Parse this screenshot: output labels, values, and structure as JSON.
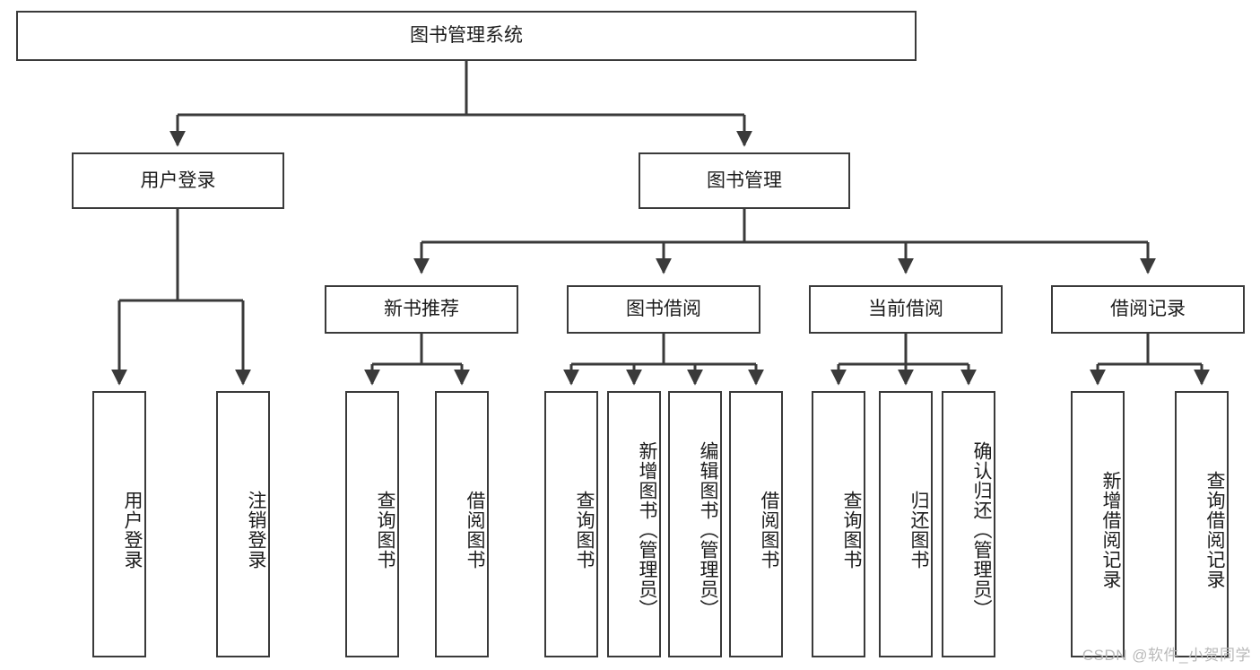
{
  "diagram": {
    "title": "图书管理系统",
    "type": "tree-hierarchy-chart",
    "watermark": "CSDN @软件_小贺同学",
    "colors": {
      "stroke": "#3a3a3a",
      "fill": "#ffffff",
      "text": "#1c1c1c",
      "watermark": "#b9b9b9"
    },
    "root": {
      "label": "图书管理系统"
    },
    "level1": [
      {
        "label": "用户登录"
      },
      {
        "label": "图书管理"
      }
    ],
    "level2": [
      {
        "label": "新书推荐"
      },
      {
        "label": "图书借阅"
      },
      {
        "label": "当前借阅"
      },
      {
        "label": "借阅记录"
      }
    ],
    "leaves": {
      "user_login": [
        {
          "label": "用户登录"
        },
        {
          "label": "注销登录"
        }
      ],
      "new_book": [
        {
          "label": "查询图书"
        },
        {
          "label": "借阅图书"
        }
      ],
      "book_borrow": [
        {
          "label": "查询图书"
        },
        {
          "label": "新增图书（管理员）"
        },
        {
          "label": "编辑图书（管理员）"
        },
        {
          "label": "借阅图书"
        }
      ],
      "current_borrow": [
        {
          "label": "查询图书"
        },
        {
          "label": "归还图书"
        },
        {
          "label": "确认归还（管理员）"
        }
      ],
      "borrow_record": [
        {
          "label": "新增借阅记录"
        },
        {
          "label": "查询借阅记录"
        }
      ]
    }
  }
}
